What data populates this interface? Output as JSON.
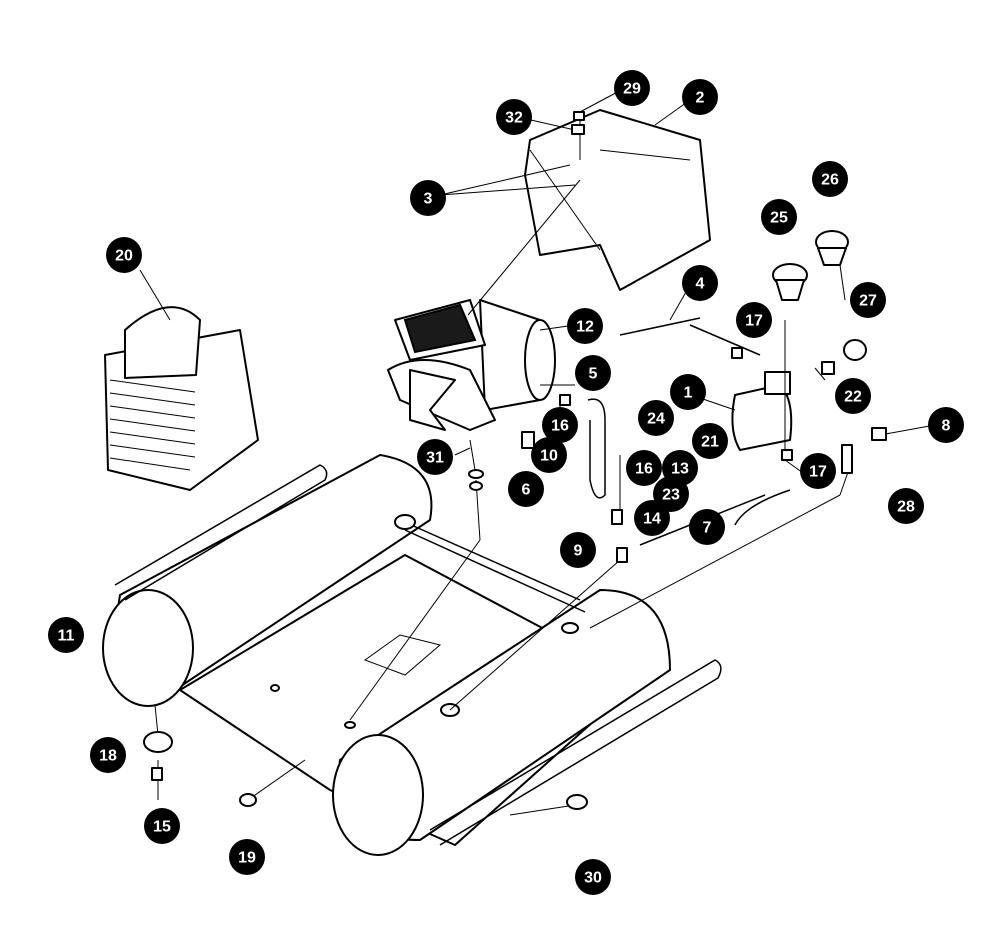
{
  "callouts": [
    {
      "id": "1",
      "label": "1"
    },
    {
      "id": "2",
      "label": "2"
    },
    {
      "id": "3",
      "label": "3"
    },
    {
      "id": "4",
      "label": "4"
    },
    {
      "id": "5",
      "label": "5"
    },
    {
      "id": "6",
      "label": "6"
    },
    {
      "id": "7",
      "label": "7"
    },
    {
      "id": "8",
      "label": "8"
    },
    {
      "id": "9",
      "label": "9"
    },
    {
      "id": "10",
      "label": "10"
    },
    {
      "id": "11",
      "label": "11"
    },
    {
      "id": "12",
      "label": "12"
    },
    {
      "id": "13",
      "label": "13"
    },
    {
      "id": "14",
      "label": "14"
    },
    {
      "id": "15",
      "label": "15"
    },
    {
      "id": "16a",
      "label": "16"
    },
    {
      "id": "16b",
      "label": "16"
    },
    {
      "id": "17a",
      "label": "17"
    },
    {
      "id": "17b",
      "label": "17"
    },
    {
      "id": "18",
      "label": "18"
    },
    {
      "id": "19",
      "label": "19"
    },
    {
      "id": "20",
      "label": "20"
    },
    {
      "id": "21",
      "label": "21"
    },
    {
      "id": "22",
      "label": "22"
    },
    {
      "id": "23",
      "label": "23"
    },
    {
      "id": "24",
      "label": "24"
    },
    {
      "id": "25",
      "label": "25"
    },
    {
      "id": "26",
      "label": "26"
    },
    {
      "id": "27",
      "label": "27"
    },
    {
      "id": "28",
      "label": "28"
    },
    {
      "id": "29",
      "label": "29"
    },
    {
      "id": "30",
      "label": "30"
    },
    {
      "id": "31",
      "label": "31"
    },
    {
      "id": "32",
      "label": "32"
    }
  ],
  "colors": {
    "ink": "#000000",
    "paper": "#ffffff"
  }
}
